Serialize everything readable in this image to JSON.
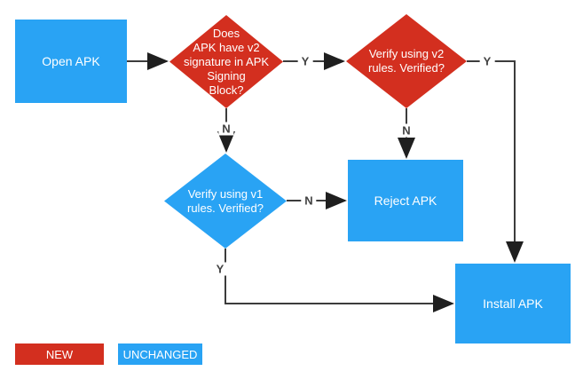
{
  "diagram": {
    "nodes": {
      "open_apk": {
        "label": "Open APK",
        "type": "process",
        "color_role": "unchanged"
      },
      "v2_check": {
        "label": "Does\nAPK have v2\nsignature in APK\nSigning\nBlock?",
        "type": "decision",
        "color_role": "new"
      },
      "v2_verify": {
        "label": "Verify using v2\nrules. Verified?",
        "type": "decision",
        "color_role": "new"
      },
      "v1_verify": {
        "label": "Verify using v1\nrules. Verified?",
        "type": "decision",
        "color_role": "unchanged"
      },
      "reject_apk": {
        "label": "Reject APK",
        "type": "process",
        "color_role": "unchanged"
      },
      "install_apk": {
        "label": "Install APK",
        "type": "process",
        "color_role": "unchanged"
      }
    },
    "edge_labels": {
      "v2_check_yes": "Y",
      "v2_verify_yes": "Y",
      "v2_check_no": "N",
      "v2_verify_no": "N",
      "v1_verify_no": "N",
      "v1_verify_yes": "Y"
    },
    "legend": {
      "new": "NEW",
      "unchanged": "UNCHANGED"
    },
    "colors": {
      "new": "#d32f1f",
      "unchanged": "#29a3f4",
      "line": "#3c3c3c",
      "arrow": "#1f1f1f",
      "edge_label": "#424242",
      "node_text": "#ffffff"
    }
  }
}
